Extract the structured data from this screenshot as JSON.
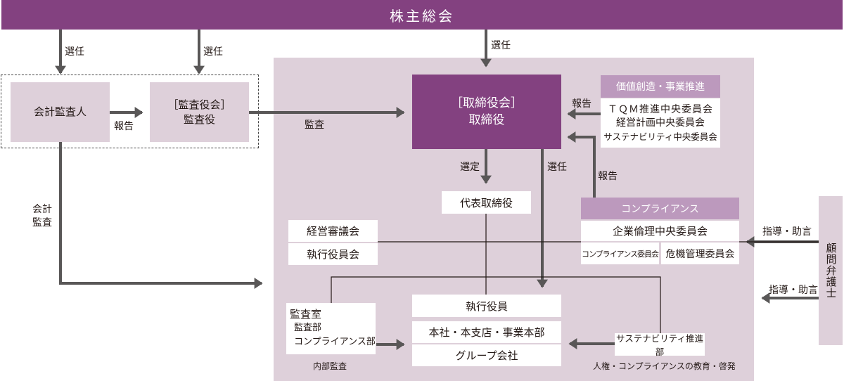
{
  "shareholders_meeting": "株主総会",
  "accounting_auditor": "会計監査人",
  "audit_board": {
    "line1": "［監査役会］",
    "line2": "監査役"
  },
  "board_of_directors": {
    "line1": "［取締役会］",
    "line2": "取締役"
  },
  "value_creation": {
    "header": "価値創造・事業推進",
    "committees": [
      "ＴＱＭ推進中央委員会",
      "経営計画中央委員会",
      "サステナビリティ中央委員会"
    ]
  },
  "representative_director": "代表取締役",
  "compliance": {
    "header": "コンプライアンス",
    "central_committee": "企業倫理中央委員会",
    "sub_committees": [
      "コンプライアンス委員会",
      "危機管理委員会"
    ]
  },
  "management_councils": [
    "経営審議会",
    "執行役員会"
  ],
  "executive_officers": "執行役員",
  "business_units": [
    "本社・本支店・事業本部",
    "グループ会社"
  ],
  "audit_office": {
    "title": "監査室",
    "departments": [
      "監査部",
      "コンプライアンス部"
    ],
    "caption": "内部監査"
  },
  "sustainability_dept": {
    "title": "サステナビリティ推進部",
    "caption": "人権・コンプライアンスの教育・啓発"
  },
  "legal_advisor": "顧問弁護士",
  "labels": {
    "elect": "選任",
    "report": "報告",
    "audit": "監査",
    "appoint": "選定",
    "accounting_audit_line1": "会計",
    "accounting_audit_line2": "監査",
    "guidance": "指導・助言"
  },
  "colors": {
    "primary": "#834180",
    "panel": "#ded0da",
    "header": "#bc99bd",
    "arrow": "#595757"
  }
}
